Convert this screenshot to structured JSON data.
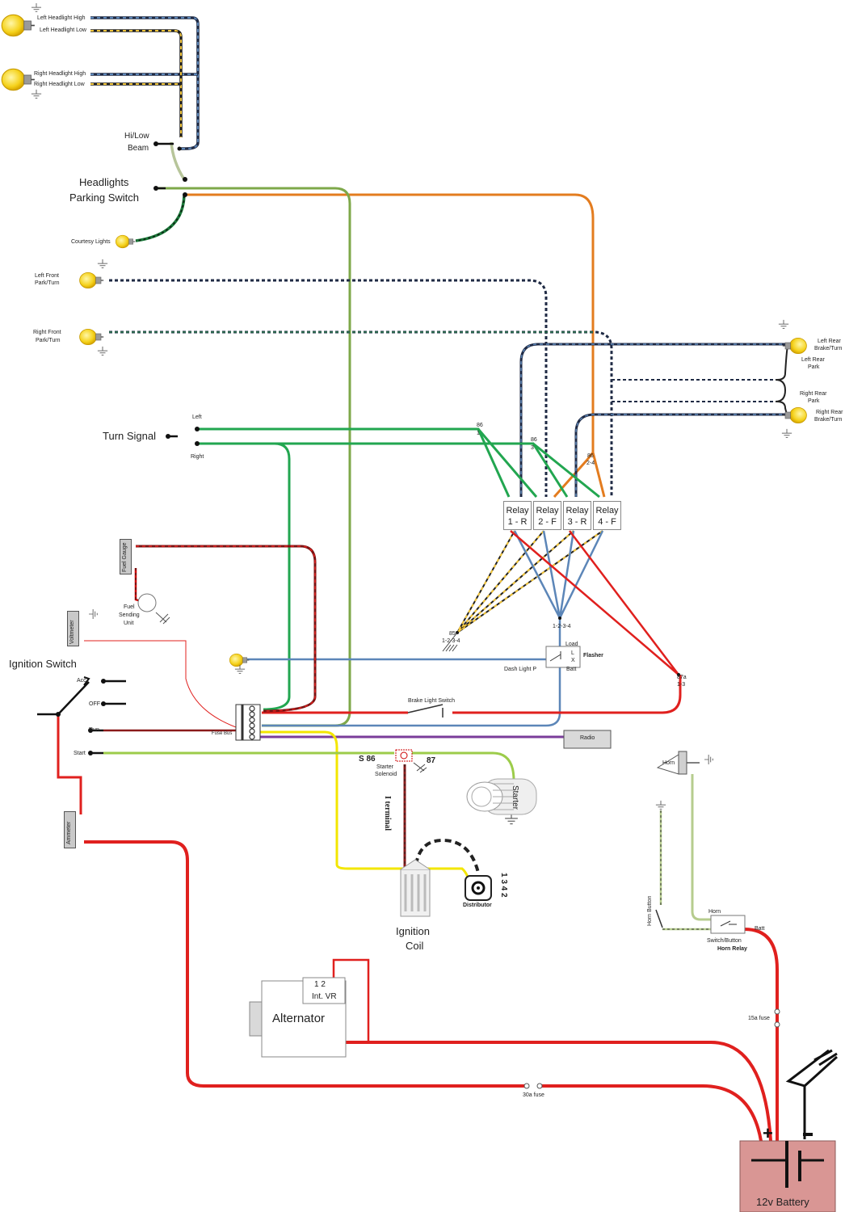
{
  "labels": {
    "left_hl_high": "Left Headlight High",
    "left_hl_low": "Left Headlight Low",
    "right_hl_high": "Right Headlight High",
    "right_hl_low": "Right Headlight Low",
    "hilo_1": "Hi/Low",
    "hilo_2": "Beam",
    "hps_1": "Headlights",
    "hps_2": "Parking Switch",
    "courtesy": "Courtesy Lights",
    "lf_1": "Left Front",
    "lf_2": "Park/Turn",
    "rf_1": "Right Front",
    "rf_2": "Park/Turn",
    "lr_1": "Left Rear",
    "lr_2": "Brake/Turn",
    "lrp_1": "Left Rear",
    "lrp_2": "Park",
    "rrp_1": "Right Rear",
    "rrp_2": "Park",
    "rr_1": "Right Rear",
    "rr_2": "Brake/Turn",
    "turn_signal": "Turn Signal",
    "ts_left": "Left",
    "ts_right": "Right",
    "fuel_gauge": "Fuel Gauge",
    "fsu_1": "Fuel",
    "fsu_2": "Sending",
    "fsu_3": "Unit",
    "voltmeter": "Voltmeter",
    "ignition_switch": "Ignition Switch",
    "acc": "Acc",
    "off": "OFF",
    "run": "Run",
    "start": "Start",
    "fuse_bus": "Fuse Bus",
    "ammeter": "Ammeter",
    "brake_switch": "Brake Light Switch",
    "radio": "Radio",
    "flasher": "Flasher",
    "load": "Load",
    "batt": "Batt",
    "dash_light": "Dash Light P",
    "l": "L",
    "x": "X",
    "p86_1a": "86",
    "p86_1b": "1",
    "p86_3a": "86",
    "p86_3b": "3",
    "p86_2a": "86",
    "p86_2b": "2-4",
    "p85_a": "85",
    "p85_b": "1-2-3-4",
    "p87a_a": "87a",
    "p87a_b": "1-3",
    "p1234": "1-2-3-4",
    "s86": "S  86",
    "p87": "87",
    "starter_sol_1": "Starter",
    "starter_sol_2": "Solenoid",
    "starter": "Starter",
    "i_terminal": "I terminal",
    "distributor": "Distributor",
    "firing": "1  3  4  2",
    "coil_1": "Ignition",
    "coil_2": "Coil",
    "alternator": "Alternator",
    "vr_12": "1    2",
    "vr": "Int. VR",
    "horn": "Horn",
    "horn_button": "Horn Button",
    "horn_r": "Horn",
    "switch_button": "Switch/Button",
    "horn_relay": "Horn Relay",
    "hr_batt": "Batt",
    "fuse_15": "15a fuse",
    "fuse_30": "30a fuse",
    "battery": "12v Battery"
  },
  "relays": [
    {
      "name": "Relay",
      "pos": "1 - R"
    },
    {
      "name": "Relay",
      "pos": "2 - F"
    },
    {
      "name": "Relay",
      "pos": "3 - R"
    },
    {
      "name": "Relay",
      "pos": "4 - F"
    }
  ],
  "colors": {
    "power_red": "#e0201e",
    "ignition_yellow": "#f3e600",
    "turn_green": "#22a650",
    "park_olive": "#7ea84a",
    "headlight_orange": "#e37c1f",
    "flasher_blue": "#5c86b8",
    "radio_purple": "#7a3d9a",
    "start_lime": "#9ccc4a",
    "horn_sage": "#b6cc8e",
    "dark_navy": "#1f2a44",
    "fuel_darkred": "#8a1a1a",
    "battery_fill": "#d99694"
  }
}
